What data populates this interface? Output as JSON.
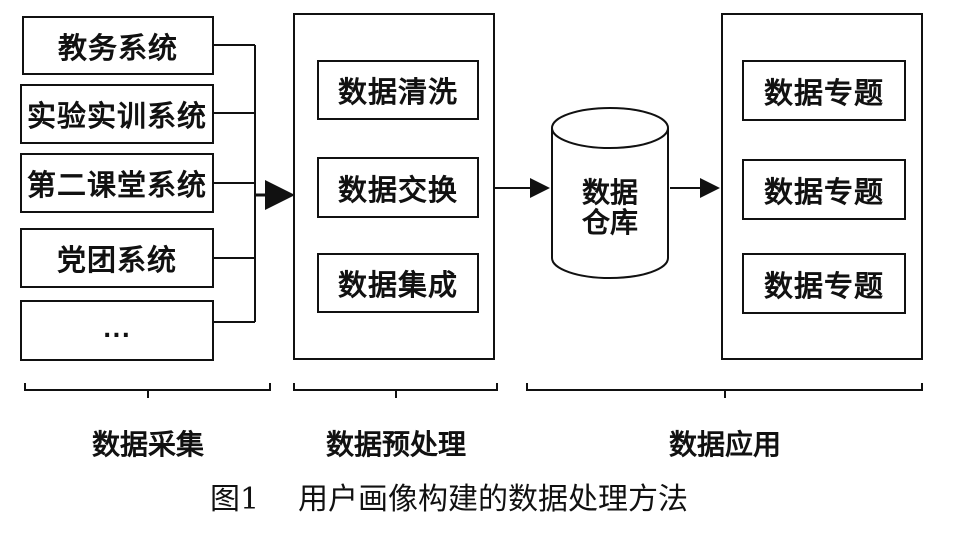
{
  "sources": {
    "items": [
      "教务系统",
      "实验实训系统",
      "第二课堂系统",
      "党团系统",
      "..."
    ]
  },
  "preprocess": {
    "items": [
      "数据清洗",
      "数据交换",
      "数据集成"
    ]
  },
  "warehouse": {
    "line1": "数据",
    "line2": "仓库"
  },
  "application": {
    "items": [
      "数据专题",
      "数据专题",
      "数据专题"
    ]
  },
  "stages": {
    "collect": "数据采集",
    "preprocess": "数据预处理",
    "apply": "数据应用"
  },
  "caption": {
    "number": "图1",
    "title": "用户画像构建的数据处理方法"
  }
}
